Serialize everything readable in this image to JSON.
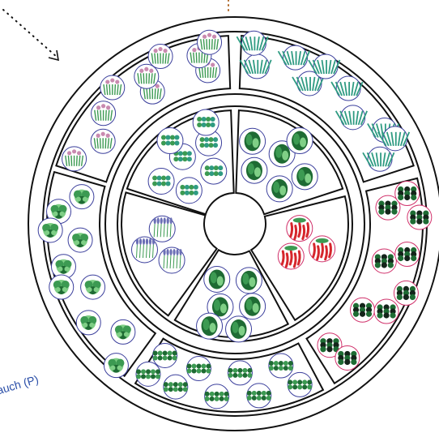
{
  "edge_label": "auch (P)",
  "colors": {
    "outline": "#111111",
    "pointer": "#111111",
    "pointer_top": "#b06a2c",
    "circle_blue": "#3b3f9c",
    "circle_pink": "#d0306a",
    "leaf_dark": "#1e6b33",
    "leaf_mid": "#3c9a52",
    "leaf_light": "#7fcf86",
    "herb_teal": "#2f9b82",
    "lavender": "#6a6fb5",
    "flower_pink": "#c98ab0",
    "pepper_red": "#d6262c",
    "leaf_black": "#14241a"
  },
  "beds": [
    {
      "id": "outer-top-left",
      "plant": "chives-icon",
      "count": 10,
      "circle": "blue"
    },
    {
      "id": "outer-top-right",
      "plant": "leek-icon",
      "count": 10,
      "circle": "blue"
    },
    {
      "id": "outer-right",
      "plant": "dark-leaf-icon",
      "count": 10,
      "circle": "pink"
    },
    {
      "id": "outer-bottom",
      "plant": "spreading-herb-icon",
      "count": 9,
      "circle": "blue"
    },
    {
      "id": "outer-left",
      "plant": "lettuce-icon",
      "count": 10,
      "circle": "blue"
    },
    {
      "id": "inner-top-left",
      "plant": "teal-herb-icon",
      "count": 7,
      "circle": "blue"
    },
    {
      "id": "inner-top-right",
      "plant": "basil-icon",
      "count": 6,
      "circle": "blue"
    },
    {
      "id": "inner-right",
      "plant": "chili-pepper-icon",
      "count": 3,
      "circle": "pink"
    },
    {
      "id": "inner-bottom",
      "plant": "basil-icon",
      "count": 6,
      "circle": "blue"
    },
    {
      "id": "inner-left",
      "plant": "lavender-icon",
      "count": 3,
      "circle": "blue"
    }
  ]
}
